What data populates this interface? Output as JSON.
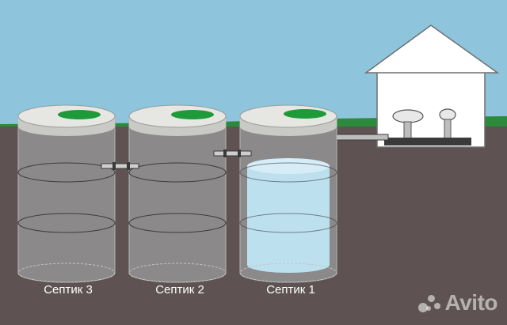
{
  "labels": {
    "tank1": "Септик 1",
    "tank2": "Септик 2",
    "tank3": "Септик 3"
  },
  "watermark": "Avito",
  "colors": {
    "sky": "#8ec5dc",
    "ground": "#5e5352",
    "grass": "#2c8a3c",
    "tank_body": "#8b8989",
    "tank_lid": "#e6e6e2",
    "hatch": "#1f9a3a",
    "water": "#bde0ef",
    "pipe": "#3a3a3a",
    "house": "#ffffff"
  }
}
